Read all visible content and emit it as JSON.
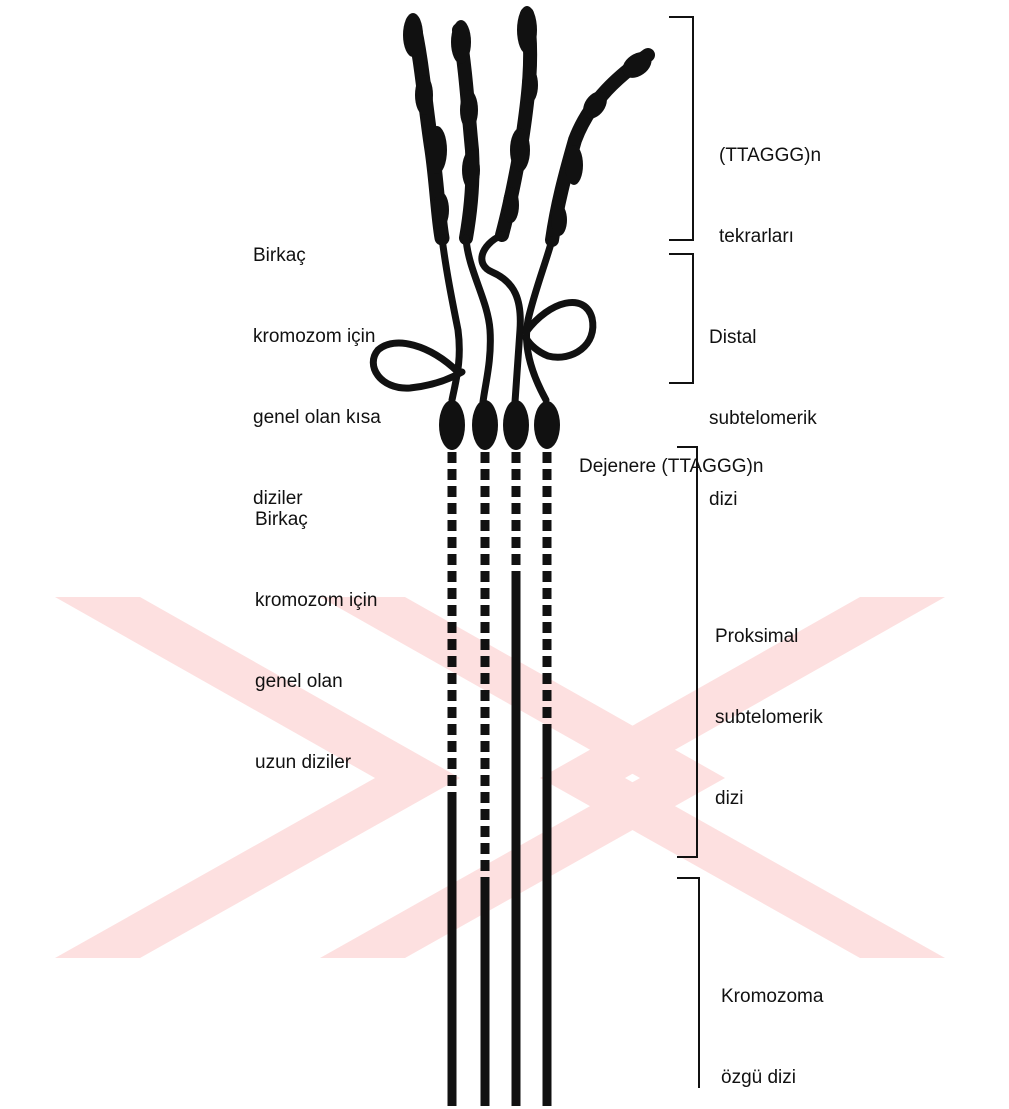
{
  "labels": {
    "ttaggg_repeats": [
      "(TTAGGG)n",
      "tekrarları"
    ],
    "short_shared": [
      "Birkaç",
      "kromozom için",
      "genel olan kısa",
      "diziler"
    ],
    "distal_subtelomeric": [
      "Distal",
      "subtelomerik",
      "dizi"
    ],
    "degenerate": [
      "Dejenere (TTAGGG)n"
    ],
    "long_shared": [
      "Birkaç",
      "kromozom için",
      "genel olan",
      "uzun diziler"
    ],
    "proximal_subtelomeric": [
      "Proksimal",
      "subtelomerik",
      "dizi"
    ],
    "chromosome_specific": [
      "Kromozoma",
      "özgü dizi"
    ]
  },
  "colors": {
    "ink": "#111111",
    "watermark": "#fde0e0",
    "background": "#ffffff"
  }
}
